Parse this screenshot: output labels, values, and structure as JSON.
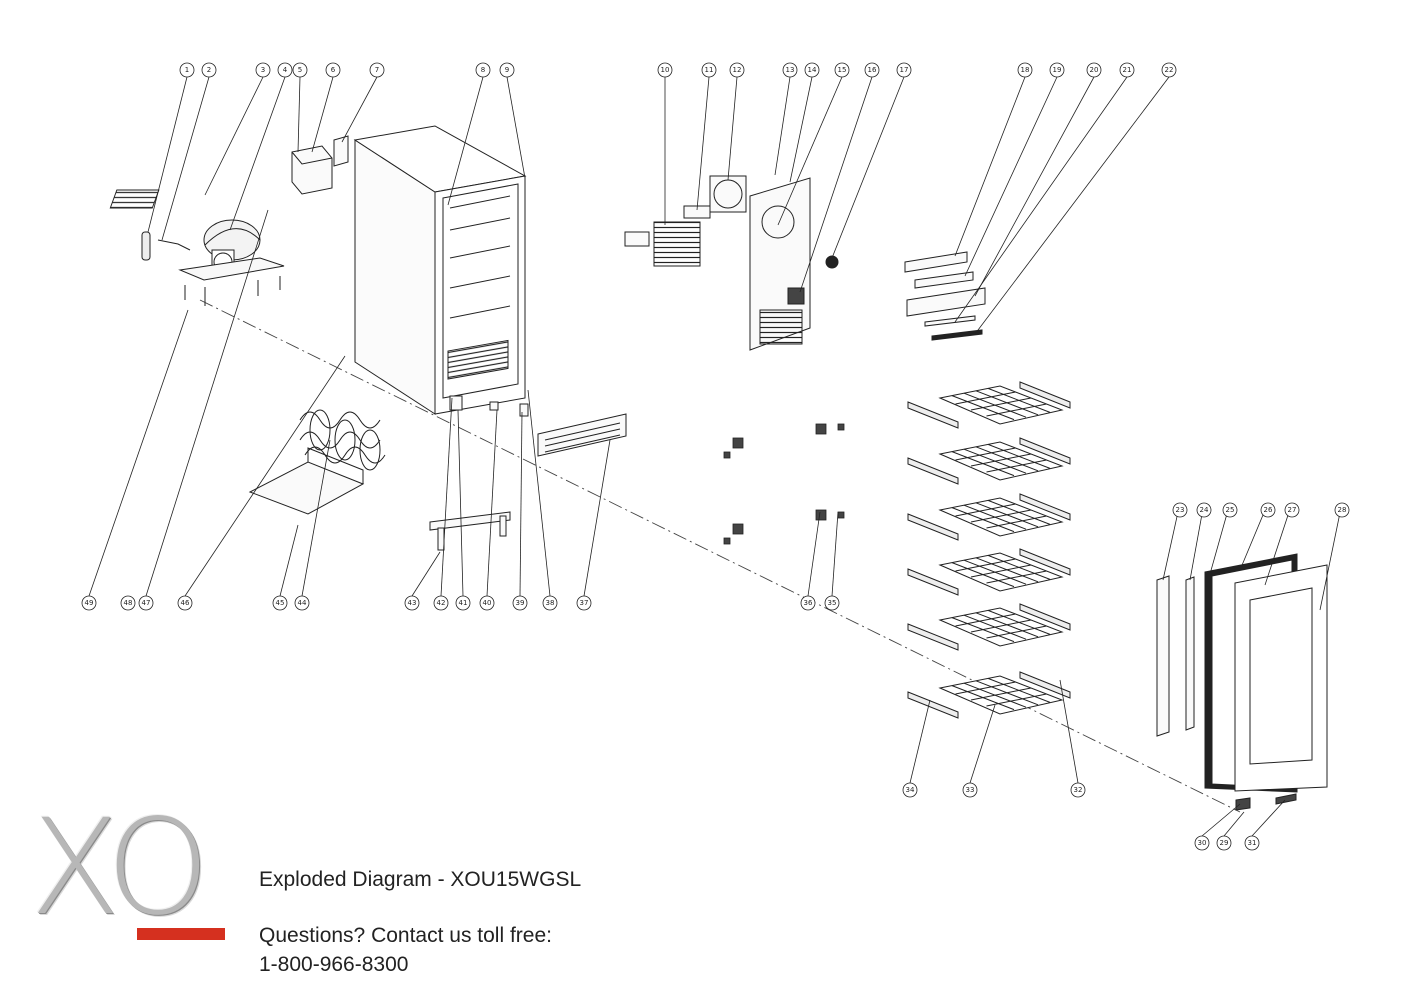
{
  "diagram": {
    "title": "Exploded Diagram - XOU15WGSL",
    "contact_line": "Questions? Contact us toll free:",
    "phone": "1-800-966-8300",
    "callouts": [
      "1",
      "2",
      "3",
      "4",
      "5",
      "6",
      "7",
      "8",
      "9",
      "10",
      "11",
      "12",
      "13",
      "14",
      "15",
      "16",
      "17",
      "18",
      "19",
      "20",
      "21",
      "22",
      "23",
      "24",
      "25",
      "26",
      "27",
      "28",
      "29",
      "30",
      "31",
      "32",
      "33",
      "34",
      "35",
      "36",
      "37",
      "38",
      "39",
      "40",
      "41",
      "42",
      "43",
      "44",
      "45",
      "46",
      "47",
      "48",
      "49"
    ]
  },
  "logo": {
    "text": "XO",
    "bar_color": "#d5301f"
  },
  "colors": {
    "line": "#222222",
    "background": "#ffffff"
  }
}
